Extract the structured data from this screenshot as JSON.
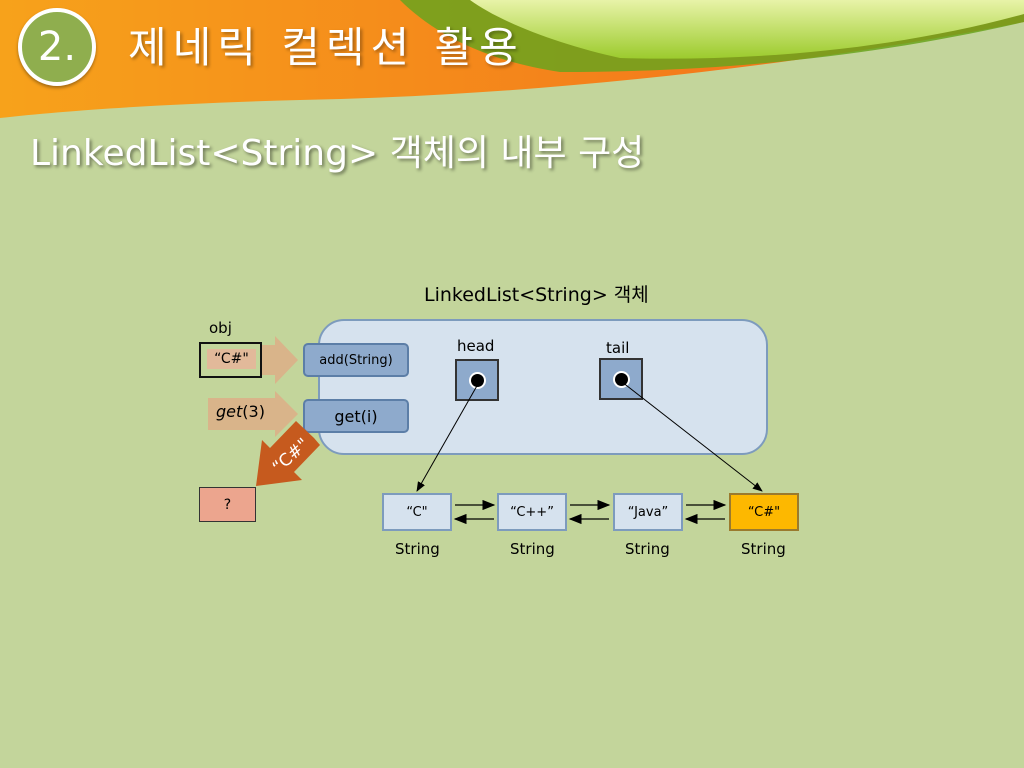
{
  "header": {
    "section_number": "2.",
    "section_title": "제네릭 컬렉션 활용",
    "subtitle": "LinkedList<String> 객체의 내부 구성"
  },
  "diagram": {
    "object_title": "LinkedList<String> 객체",
    "methods": {
      "add": "add(String)",
      "get": "get(i)"
    },
    "pointers": {
      "head": "head",
      "tail": "tail"
    },
    "nodes": [
      {
        "value": "“C\"",
        "type": "String"
      },
      {
        "value": "“C++”",
        "type": "String"
      },
      {
        "value": "“Java”",
        "type": "String"
      },
      {
        "value": "“C#\"",
        "type": "String"
      }
    ],
    "input": {
      "label": "obj",
      "value": "“C#\""
    },
    "call": {
      "name": "get",
      "arg": "(3)"
    },
    "returned": "“C#\"",
    "result": "?"
  },
  "colors": {
    "background": "#c3d59b",
    "node_highlight": "#fdb800",
    "container": "#d6e2ee",
    "method": "#8eaacc",
    "return_arrow": "#c65a1e"
  }
}
